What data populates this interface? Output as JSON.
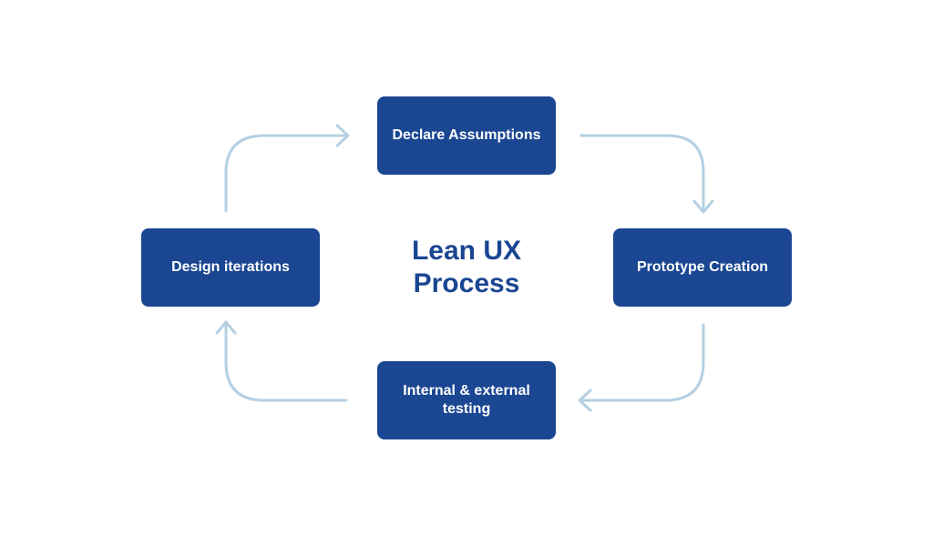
{
  "title": "Lean UX\nProcess",
  "steps": {
    "declare": "Declare Assumptions",
    "prototype": "Prototype Creation",
    "testing": "Internal & external\ntesting",
    "iterations": "Design iterations"
  },
  "colors": {
    "box": "#1a4692",
    "box_text": "#ffffff",
    "title": "#1a4692",
    "arrow": "#b4d0e2",
    "background": "#ffffff"
  }
}
